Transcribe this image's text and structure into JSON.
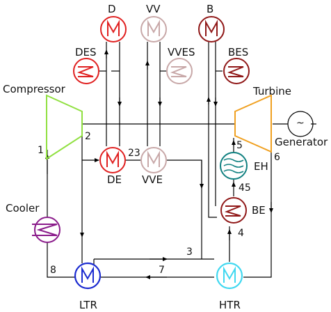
{
  "components": {
    "compressor": "Compressor",
    "turbine": "Turbine",
    "generator": "Generator",
    "cooler": "Cooler",
    "ltr": "LTR",
    "htr": "HTR",
    "de": "DE",
    "des": "DES",
    "d": "D",
    "vv": "VV",
    "vves": "VVES",
    "vve": "VVE",
    "b": "B",
    "bes": "BES",
    "be": "BE",
    "eh": "EH"
  },
  "states": {
    "s1": "1",
    "s2": "2",
    "s3": "3",
    "s4": "4",
    "s5": "5",
    "s6": "6",
    "s7": "7",
    "s8": "8",
    "s23": "23",
    "s45": "45"
  },
  "generator_symbol": "~",
  "colors": {
    "compressor": "#90e040",
    "turbine": "#f0a020",
    "cooler": "#8a1a8a",
    "ltr": "#1a2ad0",
    "htr": "#40d8f0",
    "de": "#e02020",
    "vv": "#c8a8a8",
    "b": "#901818",
    "eh": "#108080",
    "line": "#000000"
  }
}
